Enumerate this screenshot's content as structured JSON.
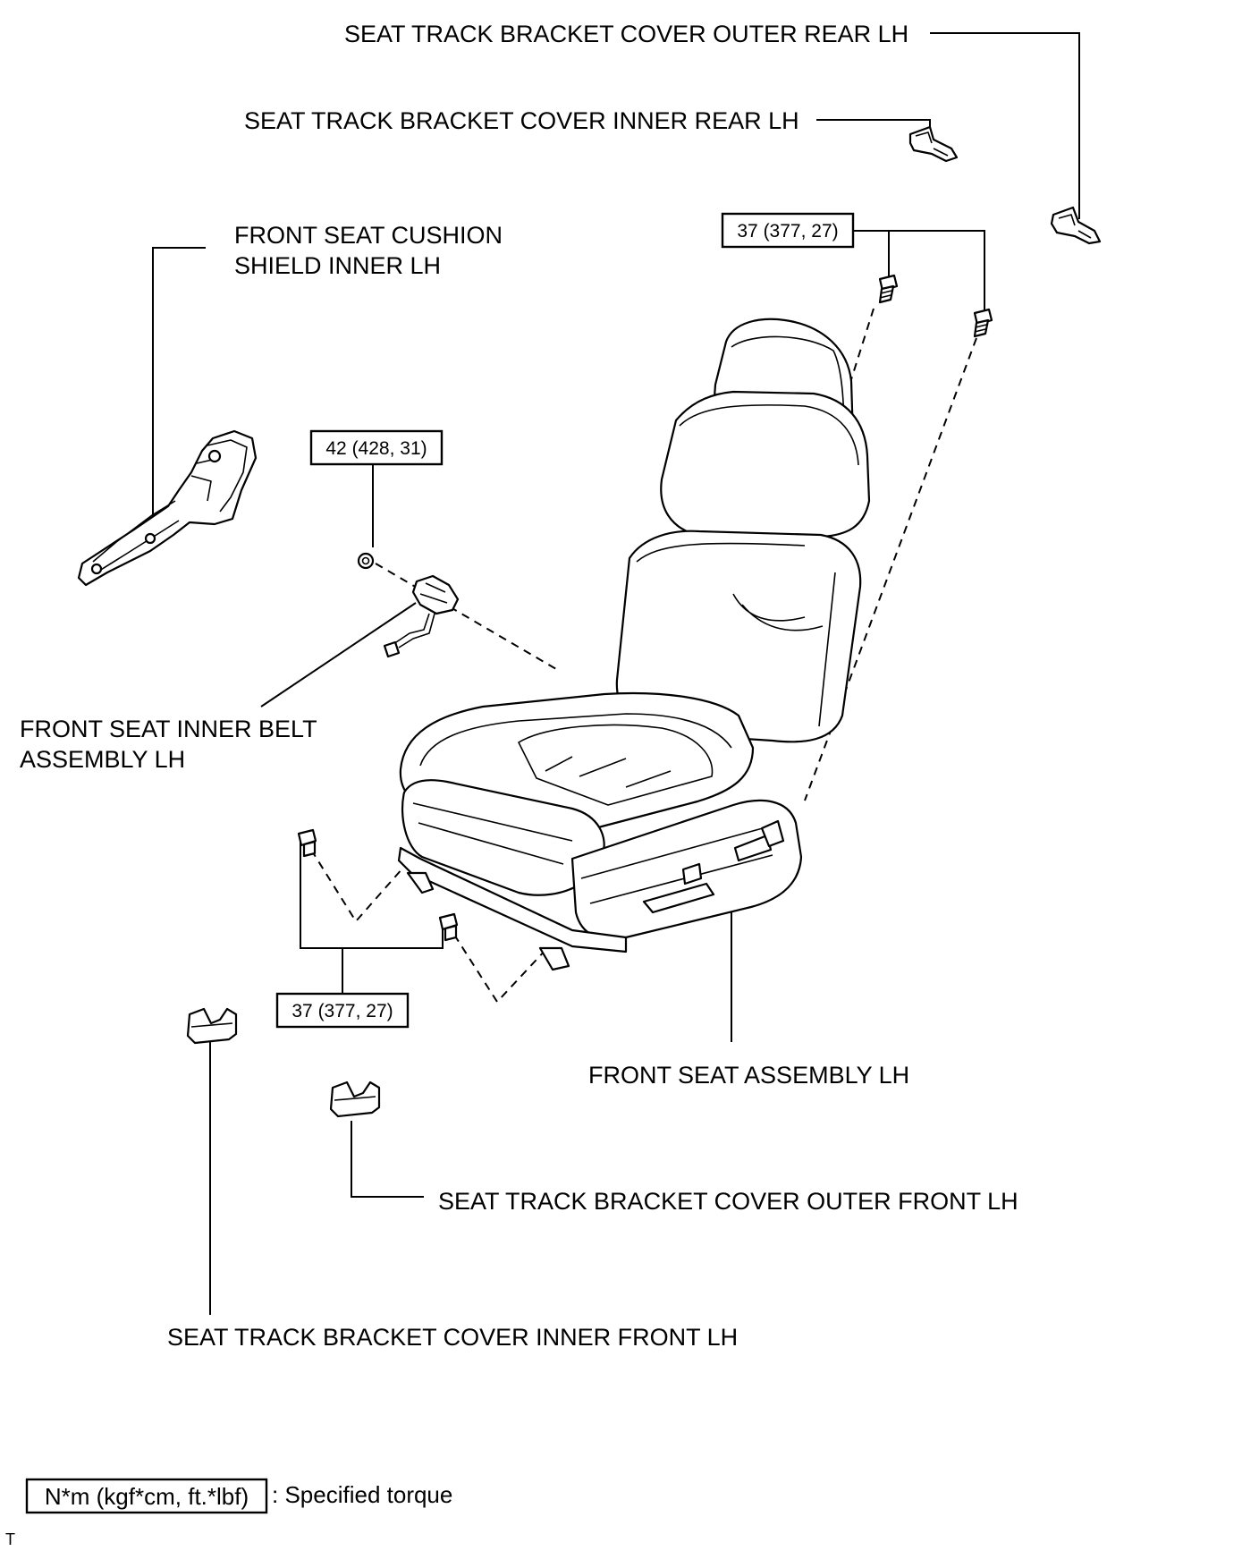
{
  "labels": {
    "cover_outer_rear": "SEAT TRACK BRACKET COVER OUTER REAR LH",
    "cover_inner_rear": "SEAT TRACK BRACKET COVER INNER REAR LH",
    "cushion_shield_line1": "FRONT SEAT CUSHION",
    "cushion_shield_line2": "SHIELD INNER LH",
    "inner_belt_line1": "FRONT SEAT INNER BELT",
    "inner_belt_line2": "ASSEMBLY LH",
    "seat_assembly": "FRONT SEAT ASSEMBLY LH",
    "cover_outer_front": "SEAT TRACK BRACKET COVER OUTER FRONT LH",
    "cover_inner_front": "SEAT TRACK BRACKET COVER INNER FRONT LH"
  },
  "torque": {
    "rear_bolts": "37 (377, 27)",
    "belt_nut": "42 (428, 31)",
    "front_bolts": "37 (377, 27)"
  },
  "legend": {
    "unit": "N*m (kgf*cm, ft.*lbf)",
    "description": ": Specified torque"
  },
  "corner_mark": "T"
}
